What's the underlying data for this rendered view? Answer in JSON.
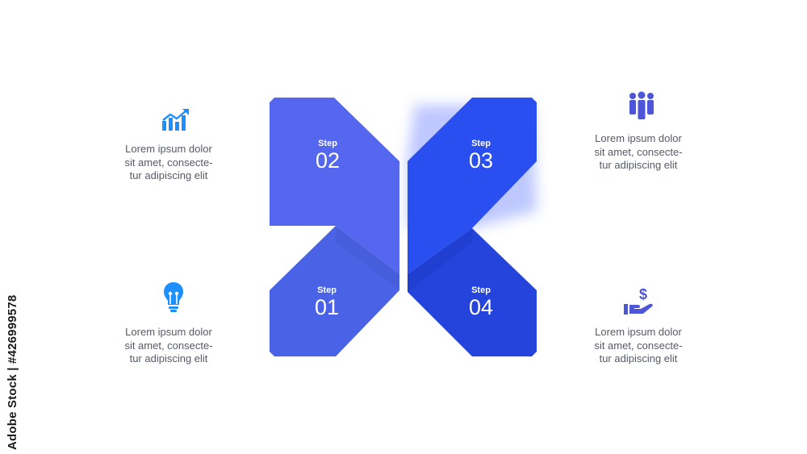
{
  "steps": [
    {
      "label": "Step",
      "number": "01",
      "color": "#4a63e6"
    },
    {
      "label": "Step",
      "number": "02",
      "color": "#5567ee"
    },
    {
      "label": "Step",
      "number": "03",
      "color": "#2a4ff0"
    },
    {
      "label": "Step",
      "number": "04",
      "color": "#2444dc"
    }
  ],
  "descriptions": {
    "top_left": [
      "Lorem ipsum dolor",
      "sit amet, consecte-",
      "tur adipiscing elit"
    ],
    "bottom_left": [
      "Lorem ipsum dolor",
      "sit amet, consecte-",
      "tur adipiscing elit"
    ],
    "top_right": [
      "Lorem ipsum dolor",
      "sit amet, consecte-",
      "tur adipiscing elit"
    ],
    "bottom_right": [
      "Lorem ipsum dolor",
      "sit amet, consecte-",
      "tur adipiscing elit"
    ]
  },
  "icons": {
    "top_left": "growth-chart-icon",
    "bottom_left": "lightbulb-icon",
    "top_right": "team-icon",
    "bottom_right": "money-hand-icon"
  },
  "watermark": {
    "side_text": "Adobe Stock | #426999578"
  },
  "colors": {
    "icon_blue": "#1e8fff",
    "icon_indigo": "#4d55d9",
    "text": "#555a66"
  }
}
